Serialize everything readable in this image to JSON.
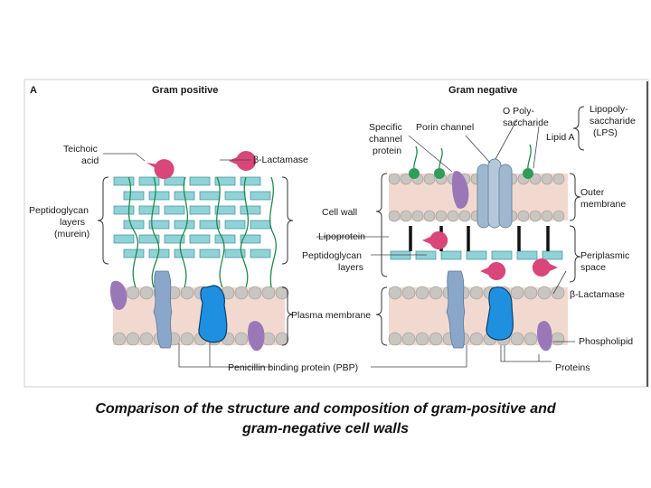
{
  "panel_letter": "A",
  "headers": {
    "gram_positive": "Gram positive",
    "gram_negative": "Gram negative"
  },
  "labels": {
    "teichoic_acid": [
      "Teichoic",
      "acid"
    ],
    "beta_lactamase_top": "β-Lactamase",
    "peptidoglycan_left": [
      "Peptidoglycan",
      "layers",
      "(murein)"
    ],
    "cell_wall": "Cell wall",
    "lipoprotein": "Lipoprotein",
    "peptidoglycan_mid": [
      "Peptidoglycan",
      "layers"
    ],
    "plasma_membrane": "Plasma membrane",
    "pbp": "Penicillin binding protein (PBP)",
    "specific_channel": [
      "Specific",
      "channel",
      "protein"
    ],
    "porin_channel": "Porin channel",
    "o_poly": [
      "O Poly-",
      "saccharide"
    ],
    "lipid_a": "Lipid A",
    "lps": [
      "Lipopoly-",
      "saccharide",
      "(LPS)"
    ],
    "outer_membrane": [
      "Outer",
      "membrane"
    ],
    "periplasmic_space": [
      "Periplasmic",
      "space"
    ],
    "beta_lactamase_right": "β-Lactamase",
    "phospholipid": "Phospholipid",
    "proteins": "Proteins"
  },
  "caption": [
    "Comparison of the structure and composition of gram-positive and",
    "gram-negative cell walls"
  ],
  "colors": {
    "membrane": "#f2d9cf",
    "head": "#c9c6c2",
    "peptidoglycan": "#8fd3d6",
    "green": "#2e9d5a",
    "teichoic": "#1f8b4c",
    "pbp": "#1f8fe0",
    "purple": "#9a78b8",
    "magenta": "#d9467a",
    "steel": "#8aa6c9"
  }
}
